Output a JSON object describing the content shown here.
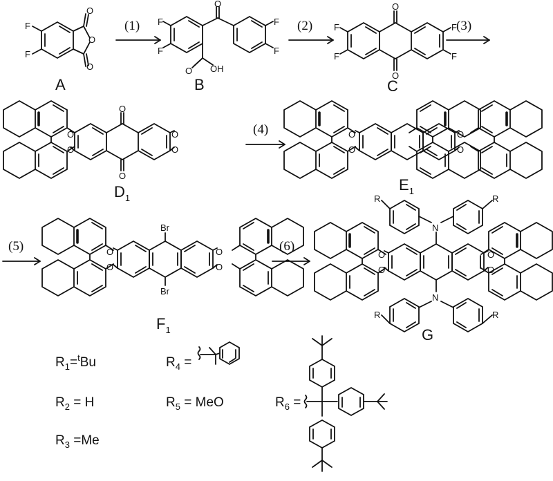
{
  "atoms": {
    "F": "F",
    "O": "O",
    "OH": "OH",
    "N": "N",
    "Br": "Br",
    "R": "R"
  },
  "compounds": {
    "A": "A",
    "B": "B",
    "C": "C",
    "D": "D",
    "D_sub": "1",
    "E": "E",
    "E_sub": "1",
    "F": "F",
    "F_sub": "1",
    "G": "G"
  },
  "steps": [
    "(1)",
    "(2)",
    "(3)",
    "(4)",
    "(5)",
    "(6)"
  ],
  "substituents": {
    "R1": {
      "label": "R",
      "sub": "1",
      "eq": "=",
      "sup": "t",
      "value": "Bu"
    },
    "R2": {
      "label": "R",
      "sub": "2",
      "eq": " = ",
      "value": "H"
    },
    "R3": {
      "label": "R",
      "sub": "3",
      "eq": " =",
      "value": "Me"
    },
    "R4": {
      "label": "R",
      "sub": "4",
      "eq": " = "
    },
    "R5": {
      "label": "R",
      "sub": "5",
      "eq": " = ",
      "value": "MeO"
    },
    "R6": {
      "label": "R",
      "sub": "6",
      "eq": " ="
    }
  }
}
